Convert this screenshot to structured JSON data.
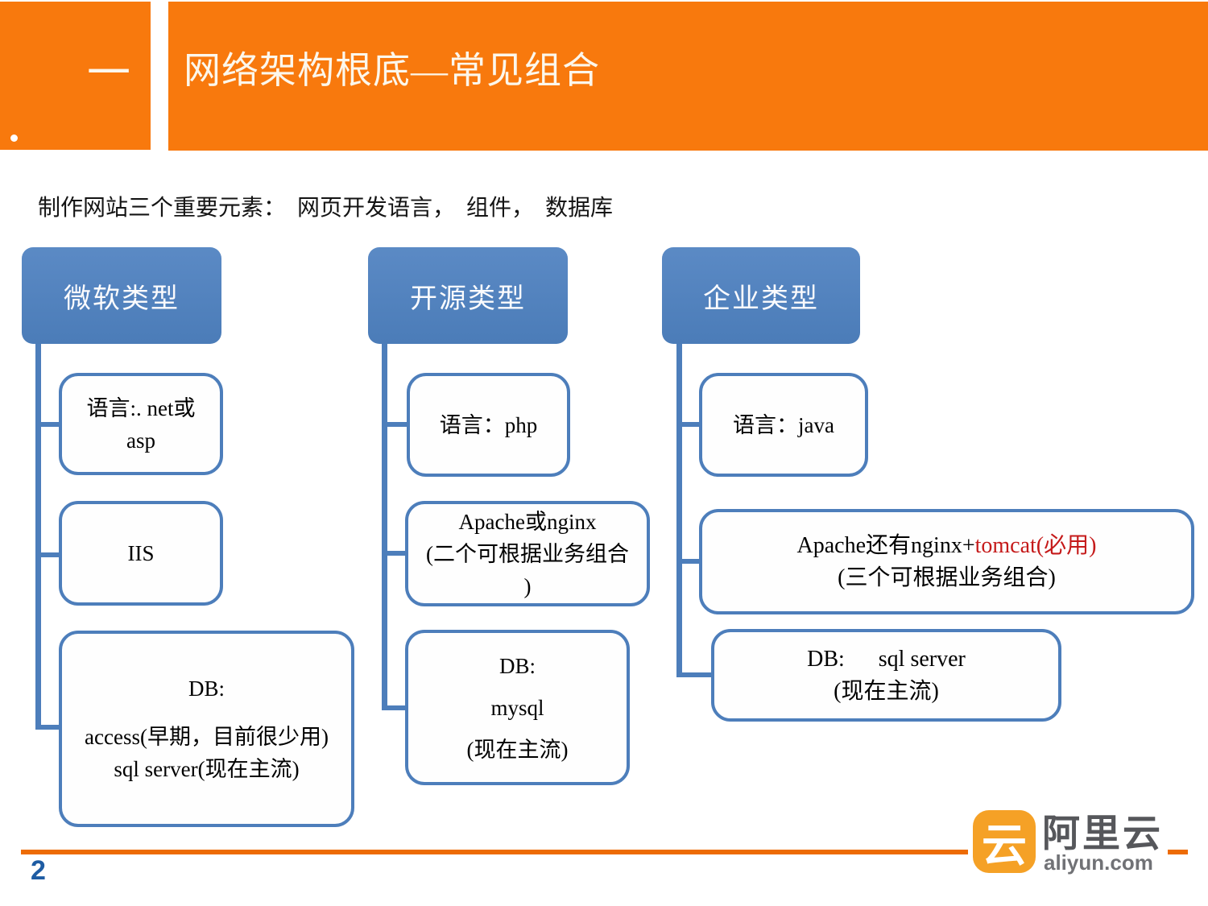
{
  "page": {
    "accent_orange": "#F8790D",
    "footer_line_orange": "#ED6C05",
    "box_blue": "#4D7EBB",
    "highlight_red": "#C51A1A",
    "page_number_blue": "#1E5CA3",
    "logo_orange": "#F5A126"
  },
  "header": {
    "section_number": "一",
    "title": "网络架构根底—常见组合"
  },
  "intro": {
    "text": "制作网站三个重要元素：　网页开发语言，　组件，　数据库"
  },
  "diagram": {
    "columns": [
      {
        "header": "微软类型",
        "boxes": [
          {
            "lines": [
              "语言:. net或",
              "asp"
            ]
          },
          {
            "lines": [
              "IIS"
            ]
          },
          {
            "lines": [
              "DB:",
              "access(早期，目前很少用)",
              "sql server(现在主流)"
            ]
          }
        ]
      },
      {
        "header": "开源类型",
        "boxes": [
          {
            "lines": [
              "语言：php"
            ]
          },
          {
            "lines": [
              "Apache或nginx",
              "(二个可根据业务组合",
              ")"
            ]
          },
          {
            "lines": [
              "DB:",
              "mysql",
              "(现在主流)"
            ]
          }
        ]
      },
      {
        "header": "企业类型",
        "boxes": [
          {
            "lines": [
              "语言：java"
            ]
          },
          {
            "line1_black": "Apache还有nginx+",
            "line1_red": "tomcat(必用)",
            "line2": "(三个可根据业务组合)"
          },
          {
            "lines": [
              "DB:      sql server",
              "(现在主流)"
            ]
          }
        ]
      }
    ]
  },
  "footer": {
    "page_number": "2",
    "logo": {
      "mark": "云",
      "name_cn": "阿里云",
      "name_en": "aliyun.com"
    }
  }
}
